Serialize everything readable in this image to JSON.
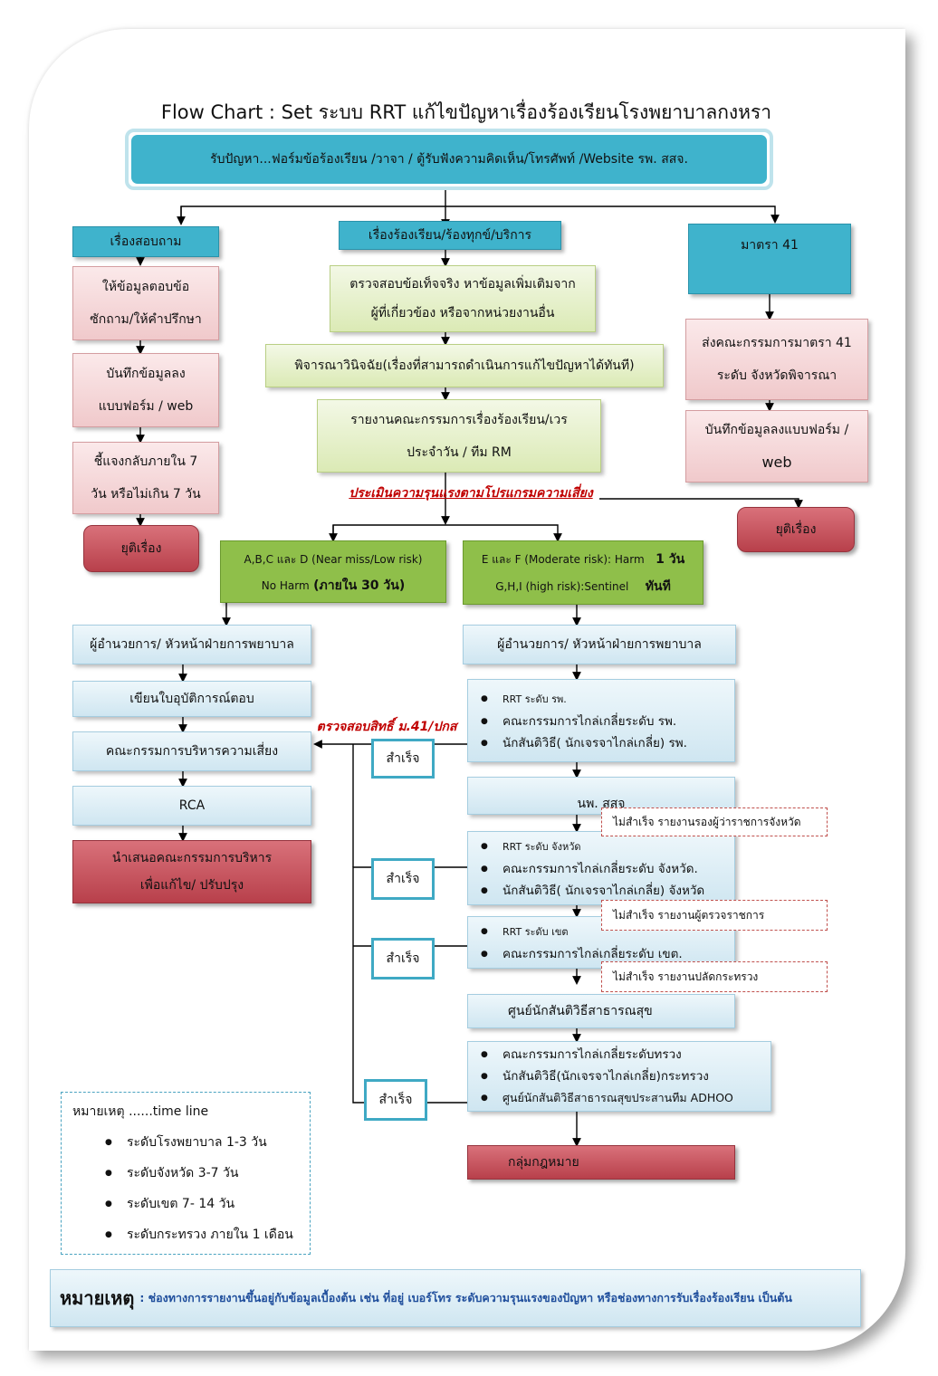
{
  "title": "Flow Chart : Set ระบบ RRT แก้ไขปัญหาเรื่องร้องเรียนโรงพยาบาลกงหรา",
  "intake": "รับปัญหา...ฟอร์มข้อร้องเรียน  /วาจา / ตู้รับฟังความคิดเห็น/โทรศัพท์ /Website รพ. สสจ.",
  "left": {
    "header": "เรื่องสอบถาม",
    "step1": [
      "ให้ข้อมูลตอบข้อ",
      "ซักถาม/ให้คำปรึกษา"
    ],
    "step2": [
      "บันทึกข้อมูลลง",
      "แบบฟอร์ม / web"
    ],
    "step3": [
      "ชี้แจงกลับภายใน 7",
      "วัน หรือไม่เกิน 7 วัน"
    ],
    "end": "ยุติเรื่อง"
  },
  "center": {
    "header": "เรื่องร้องเรียน/ร้องทุกข์/บริการ",
    "step1": [
      "ตรวจสอบข้อเท็จจริง หาข้อมูลเพิ่มเติมจาก",
      "ผู้ที่เกี่ยวข้อง หรือจากหน่วยงานอื่น"
    ],
    "step2": "พิจารณาวินิจฉัย(เรื่องที่สามารถดำเนินการแก้ไขปัญหาได้ทันที)",
    "step3": [
      "รายงานคณะกรรมการเรื่องร้องเรียน/เวร",
      "ประจำวัน / ทีม RM"
    ],
    "assess": "ประเมินความรุนแรงตามโปรแกรมความเสี่ยง"
  },
  "right": {
    "header": "มาตรา 41",
    "step1": [
      "ส่งคณะกรรมการมาตรา 41",
      "ระดับ จังหวัดพิจารณา"
    ],
    "step2": [
      "บันทึกข้อมูลลงแบบฟอร์ม /",
      "web"
    ],
    "end": "ยุติเรื่อง"
  },
  "low_risk": {
    "line1": "A,B,C และ D  (Near miss/Low risk)",
    "line2a": "No Harm",
    "line2b": "(ภายใน 30 วัน)"
  },
  "high_risk": {
    "line1a": "E และ F (Moderate risk): Harm",
    "line1b": "1 วัน",
    "line2a": "G,H,I (high risk):Sentinel",
    "line2b": "ทันที"
  },
  "low_path": {
    "director": "ผู้อำนวยการ/ หัวหน้าฝ่ายการพยาบาล",
    "incident": "เขียนใบอุบัติการณ์ตอบ",
    "risk_committee": "คณะกรรมการบริหารความเสี่ยง",
    "rca": "RCA",
    "present": [
      "นำเสนอคณะกรรมการบริหาร",
      "เพื่อแก้ไข/ ปรับปรุง"
    ]
  },
  "check_rights": "ตรวจสอบสิทธิ์ ม.41/ปกส",
  "success": "สำเร็จ",
  "high_path": {
    "director": "ผู้อำนวยการ/ หัวหน้าฝ่ายการพยาบาล",
    "hospital": [
      "RRT ระดับ รพ.",
      "คณะกรรมการไกล่เกลี่ยระดับ รพ.",
      "นักสันติวิธี( นักเจรจาไกล่เกลี่ย) รพ."
    ],
    "ssj": "นพ. สสจ",
    "province": [
      "RRT ระดับ จังหวัด",
      "คณะกรรมการไกล่เกลี่ยระดับ จังหวัด.",
      "นักสันติวิธี( นักเจรจาไกล่เกลี่ย) จังหวัด"
    ],
    "region": [
      "RRT ระดับ เขต",
      "คณะกรรมการไกล่เกลี่ยระดับ เขต."
    ],
    "center": "ศูนย์นักสันติวิธีสาธารณสุข",
    "ministry": [
      "คณะกรรมการไกล่เกลี่ยระดับทรวง",
      "นักสันติวิธี(นักเจรจาไกล่เกลี่ย)กระทรวง",
      "ศูนย์นักสันติวิธีสาธารณสุขประสานทีม ADHOO"
    ],
    "legal": "กลุ่มกฎหมาย"
  },
  "fail": {
    "f1": "ไม่สำเร็จ รายงานรองผู้ว่าราชการจังหวัด",
    "f2": "ไม่สำเร็จ รายงานผู้ตรวจราชการ",
    "f3": "ไม่สำเร็จ รายงานปลัดกระทรวง"
  },
  "timeline": {
    "heading": "หมายเหตุ ......time line",
    "items": [
      "ระดับโรงพยาบาล 1-3 วัน",
      "ระดับจังหวัด 3-7 วัน",
      "ระดับเขต 7- 14 วัน",
      "ระดับกระทรวง ภายใน 1 เดือน"
    ]
  },
  "footnote": {
    "label": "หมายเหตุ",
    "text": ": ช่องทางการรายงานขึ้นอยู่กับข้อมูลเบื้องต้น เช่น ที่อยู่ เบอร์โทร ระดับความรุนแรงของปัญหา หรือช่องทางการรับเรื่องร้องเรียน เป็นต้น"
  },
  "colors": {
    "teal": "#3fb3cc",
    "pink": "#f0c9cb",
    "green": "#dbeab5",
    "strong_green": "#8fbf4a",
    "light_blue": "#cfe6f1",
    "red": "#b8404b",
    "assess_red": "#c00000",
    "footnote_blue": "#1f4e9c"
  }
}
